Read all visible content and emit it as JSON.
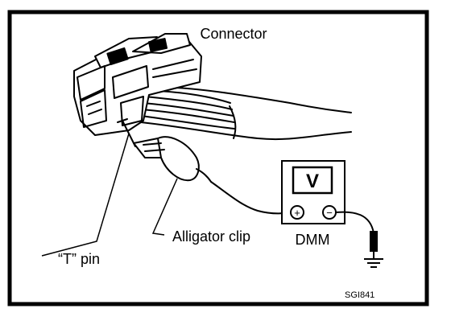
{
  "labels": {
    "connector": "Connector",
    "t_pin": "“T” pin",
    "alligator_clip": "Alligator clip",
    "dmm": "DMM",
    "meter_display": "V",
    "plus_terminal": "+",
    "minus_terminal": "−",
    "figure_code": "SGI841"
  },
  "colors": {
    "ink": "#000000",
    "paper": "#ffffff"
  }
}
